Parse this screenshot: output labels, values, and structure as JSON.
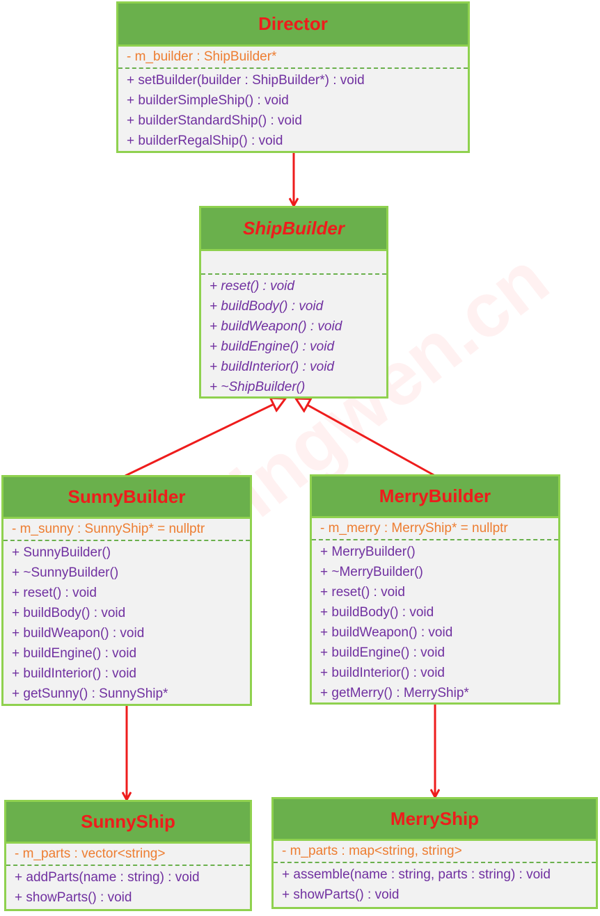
{
  "classes": {
    "director": {
      "name": "Director",
      "attributes": [
        "- m_builder : ShipBuilder*"
      ],
      "operations": [
        "+ setBuilder(builder : ShipBuilder*) : void",
        "+ builderSimpleShip() : void",
        "+ builderStandardShip() : void",
        "+ builderRegalShip() : void"
      ]
    },
    "ship_builder": {
      "name": "ShipBuilder",
      "abstract": true,
      "attributes": [],
      "operations": [
        "+ reset() : void",
        "+ buildBody() : void",
        "+ buildWeapon() : void",
        "+ buildEngine() : void",
        "+ buildInterior() : void",
        "+ ~ShipBuilder()"
      ]
    },
    "sunny_builder": {
      "name": "SunnyBuilder",
      "attributes": [
        "- m_sunny : SunnyShip* = nullptr"
      ],
      "operations": [
        "+ SunnyBuilder()",
        "+ ~SunnyBuilder()",
        "+ reset() : void",
        "+ buildBody() : void",
        "+ buildWeapon() : void",
        "+ buildEngine() : void",
        "+ buildInterior() : void",
        "+ getSunny() : SunnyShip*"
      ]
    },
    "merry_builder": {
      "name": "MerryBuilder",
      "attributes": [
        "- m_merry : MerryShip* = nullptr"
      ],
      "operations": [
        "+ MerryBuilder()",
        "+ ~MerryBuilder()",
        "+ reset() : void",
        "+ buildBody() : void",
        "+ buildWeapon() : void",
        "+ buildEngine() : void",
        "+ buildInterior() : void",
        "+ getMerry() : MerryShip*"
      ]
    },
    "sunny_ship": {
      "name": "SunnyShip",
      "attributes": [
        "- m_parts : vector<string>"
      ],
      "operations": [
        "+ addParts(name : string) : void",
        "+ showParts() : void"
      ]
    },
    "merry_ship": {
      "name": "MerryShip",
      "attributes": [
        "- m_parts : map<string, string>"
      ],
      "operations": [
        "+ assemble(name : string, parts : string) : void",
        "+ showParts() : void"
      ]
    }
  },
  "watermark": "subingwen.cn",
  "colors": {
    "header_bg": "#6ab04c",
    "border": "#8fd14f",
    "body_bg": "#f2f2f2",
    "class_name": "#ee1c1c",
    "attribute": "#ed7d31",
    "operation": "#7030a0",
    "arrow": "#ee1c1c"
  }
}
